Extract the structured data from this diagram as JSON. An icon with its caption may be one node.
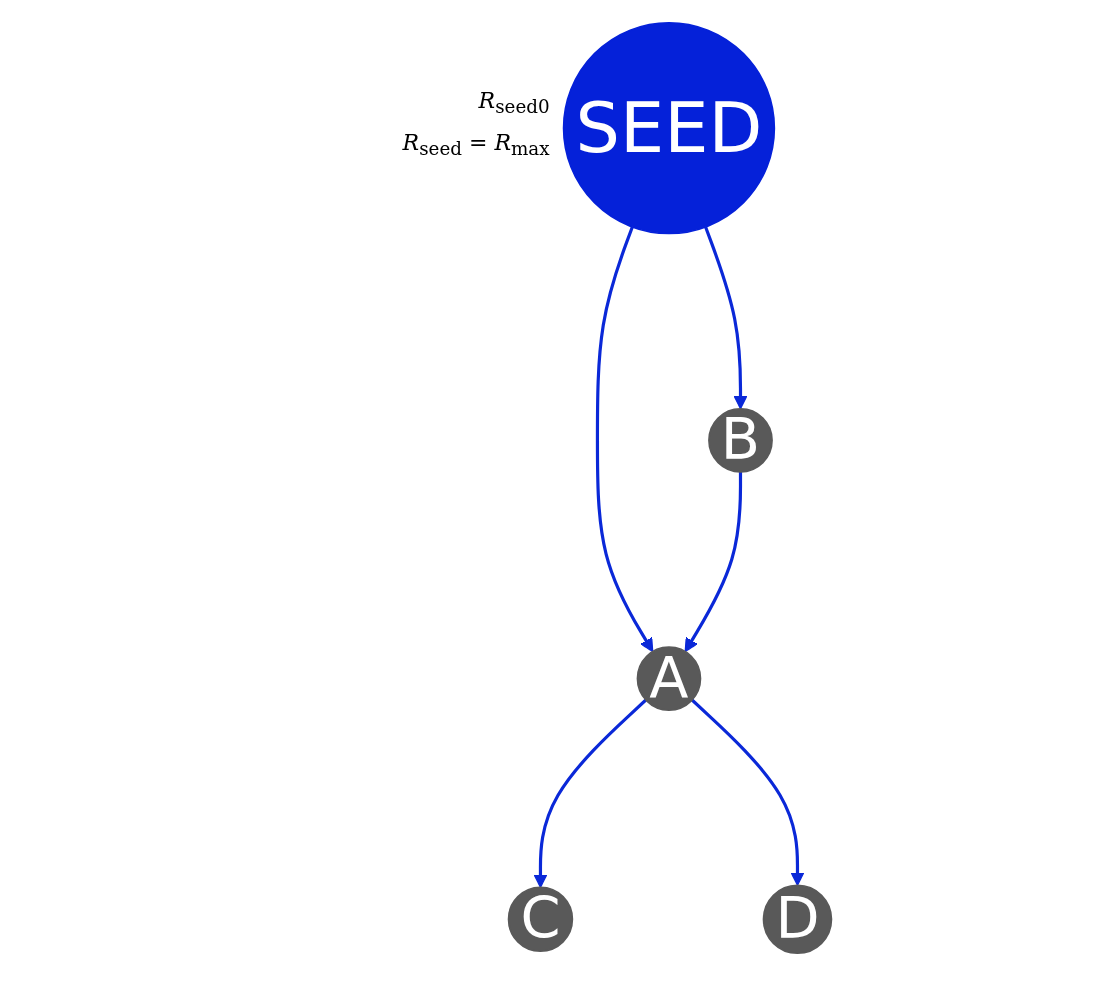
{
  "diagram": {
    "nodes": [
      {
        "text": [
          "SEED"
        ],
        "beside": [
          "*R*$_{seed0}$",
          "*R*$_{seed}$ = *R*$_{max}$"
        ]
      },
      {
        "text": [
          "B"
        ]
      },
      {
        "text": [
          "A"
        ]
      },
      {
        "text": [
          "C"
        ]
      },
      {
        "text": [
          "D"
        ]
      }
    ],
    "edges": [
      {
        "from": 0,
        "to": 1,
        "arrow": "to"
      },
      {
        "from": 0,
        "to": 2,
        "arrow": "to"
      },
      {
        "from": 1,
        "to": 2,
        "arrow": "to"
      },
      {
        "from": 2,
        "to": 3,
        "arrow": "to"
      },
      {
        "from": 2,
        "to": 4,
        "arrow": "to"
      }
    ]
  }
}
